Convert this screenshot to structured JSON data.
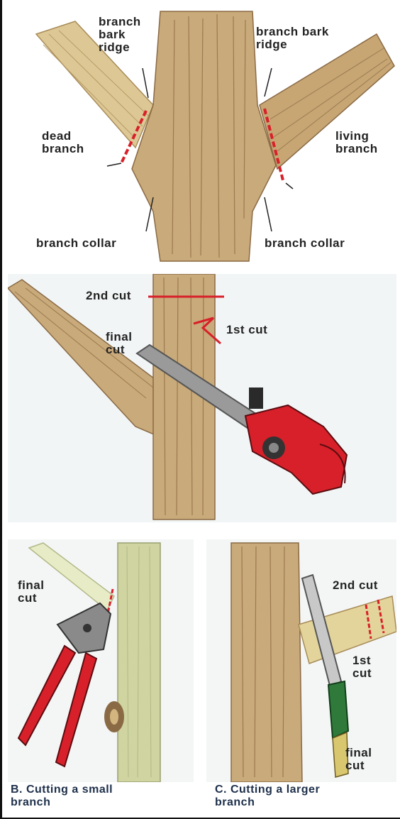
{
  "top": {
    "ridge_left": "branch\nbark\nridge",
    "ridge_right": "branch bark\nridge",
    "dead_branch": "dead\nbranch",
    "living_branch": "living\nbranch",
    "collar_left": "branch collar",
    "collar_right": "branch collar"
  },
  "middle": {
    "second_cut": "2nd cut",
    "first_cut": "1st cut",
    "final_cut": "final\ncut"
  },
  "bottom_left": {
    "final_cut": "final\ncut",
    "caption": "B. Cutting a small\nbranch"
  },
  "bottom_right": {
    "second_cut": "2nd cut",
    "first_cut": "1st\ncut",
    "final_cut": "final\ncut",
    "caption": "C. Cutting a larger\nbranch"
  },
  "colors": {
    "bark": "#c9aa7a",
    "bark_dark": "#8a6a45",
    "cut_line": "#d8202a",
    "chainsaw_body": "#d8202a",
    "bar": "#9a9a9a",
    "green_trunk": "#cfd4a0"
  }
}
